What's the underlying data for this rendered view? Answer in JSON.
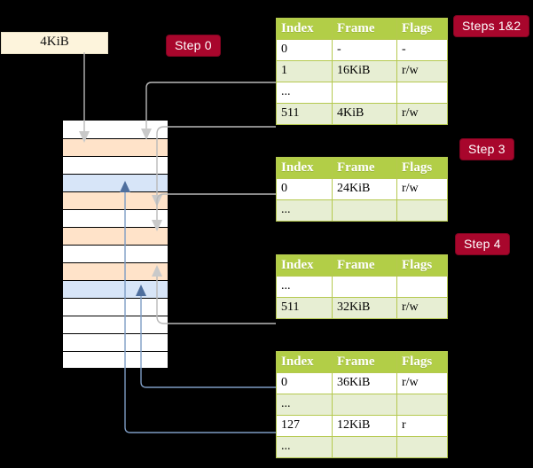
{
  "diagram": {
    "title_context": "x86-64 four-level page table walk",
    "source_box": {
      "label": "4KiB"
    },
    "step_labels": [
      {
        "id": "step0",
        "text": "Step 0"
      },
      {
        "id": "steps12",
        "text": "Steps 1&2"
      },
      {
        "id": "step3",
        "text": "Step 3"
      },
      {
        "id": "step4",
        "text": "Step 4"
      }
    ],
    "memory_column": {
      "name": "physical-memory-frames",
      "rows": [
        {
          "index": 0,
          "fill": "white"
        },
        {
          "index": 1,
          "fill": "peach"
        },
        {
          "index": 2,
          "fill": "white"
        },
        {
          "index": 3,
          "fill": "blue"
        },
        {
          "index": 4,
          "fill": "peach"
        },
        {
          "index": 5,
          "fill": "white"
        },
        {
          "index": 6,
          "fill": "peach"
        },
        {
          "index": 7,
          "fill": "white"
        },
        {
          "index": 8,
          "fill": "peach"
        },
        {
          "index": 9,
          "fill": "blue"
        },
        {
          "index": 10,
          "fill": "white"
        },
        {
          "index": 11,
          "fill": "white"
        },
        {
          "index": 12,
          "fill": "white"
        },
        {
          "index": 13,
          "fill": "white"
        }
      ]
    },
    "tables": [
      {
        "id": "table-1",
        "headers": [
          "Index",
          "Frame",
          "Flags"
        ],
        "rows": [
          {
            "cells": [
              "0",
              "-",
              "-"
            ],
            "style": "plain",
            "highlight": false
          },
          {
            "cells": [
              "1",
              "16KiB",
              "r/w"
            ],
            "style": "alt",
            "highlight": false
          },
          {
            "cells": [
              "...",
              "",
              ""
            ],
            "style": "plain",
            "highlight": false
          },
          {
            "cells": [
              "511",
              "4KiB",
              "r/w"
            ],
            "style": "alt",
            "highlight": true
          }
        ]
      },
      {
        "id": "table-2",
        "headers": [
          "Index",
          "Frame",
          "Flags"
        ],
        "rows": [
          {
            "cells": [
              "0",
              "24KiB",
              "r/w"
            ],
            "style": "plain",
            "highlight": false
          },
          {
            "cells": [
              "...",
              "",
              ""
            ],
            "style": "alt",
            "highlight": false
          }
        ]
      },
      {
        "id": "table-3",
        "headers": [
          "Index",
          "Frame",
          "Flags"
        ],
        "rows": [
          {
            "cells": [
              "...",
              "",
              ""
            ],
            "style": "plain",
            "highlight": false
          },
          {
            "cells": [
              "511",
              "32KiB",
              "r/w"
            ],
            "style": "alt",
            "highlight": false
          }
        ]
      },
      {
        "id": "table-4",
        "headers": [
          "Index",
          "Frame",
          "Flags"
        ],
        "rows": [
          {
            "cells": [
              "0",
              "36KiB",
              "r/w"
            ],
            "style": "plain",
            "highlight": false
          },
          {
            "cells": [
              "...",
              "",
              ""
            ],
            "style": "alt",
            "highlight": false
          },
          {
            "cells": [
              "127",
              "12KiB",
              "r"
            ],
            "style": "plain",
            "highlight": false
          },
          {
            "cells": [
              "...",
              "",
              ""
            ],
            "style": "alt",
            "highlight": false
          }
        ]
      }
    ],
    "colors": {
      "background": "#000000",
      "pill": "#a8062c",
      "table_header": "#b2ce47",
      "table_alt_row": "#e7eed3",
      "highlight": "#fbf59b",
      "frame_peach": "#ffe3c9",
      "frame_blue": "#d7e5f8",
      "source_box": "#fdf4dc",
      "wire_grey": "#b9b9b9",
      "wire_blue": "#7e9cc4"
    }
  }
}
